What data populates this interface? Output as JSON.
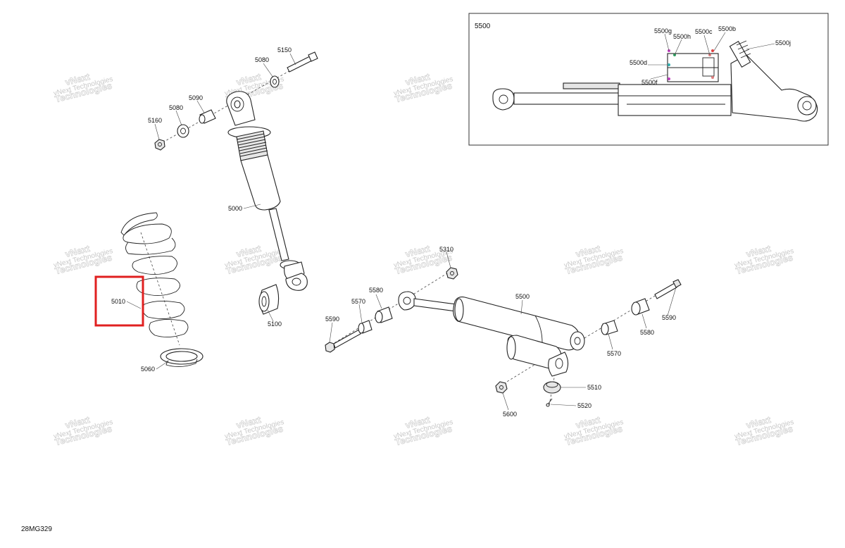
{
  "diagram": {
    "reference": "28MG329",
    "watermark_line1": "vNext",
    "watermark_line2": "Technologies",
    "watermark_full": "vNext Technologies",
    "highlight_color": "#e02020",
    "highlighted_part": "5010",
    "inset": {
      "title": "5500",
      "callouts": [
        "5500g",
        "5500h",
        "5500c",
        "5500b",
        "5500j",
        "5500d",
        "5500f"
      ]
    },
    "callouts": [
      "5150",
      "5080",
      "5090",
      "5080",
      "5160",
      "5000",
      "5010",
      "5060",
      "5100",
      "5310",
      "5580",
      "5570",
      "5590",
      "5500",
      "5590",
      "5580",
      "5570",
      "5510",
      "5520",
      "5600"
    ]
  }
}
